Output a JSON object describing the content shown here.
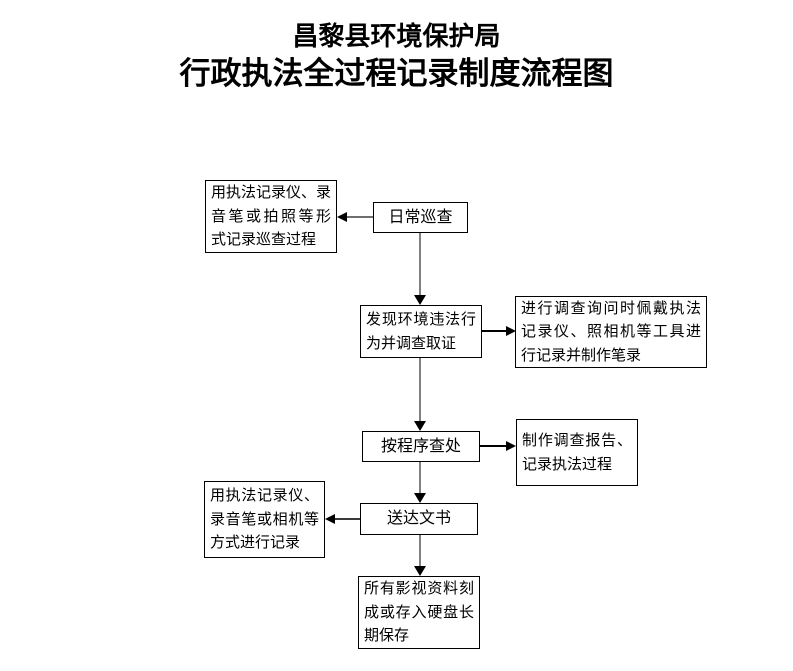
{
  "title": {
    "line1": "昌黎县环境保护局",
    "line2": "行政执法全过程记录制度流程图"
  },
  "flowchart": {
    "nodes": {
      "record_patrol": "用执法记录仪、录\n音笔或拍照等形\n式记录巡查过程",
      "daily_patrol": "日常巡查",
      "discover_violation": "发现环境违法行\n为并调查取证",
      "investigation_record": "进行调查询问时佩戴执法\n记录仪、照相机等工具进\n行记录并制作笔录",
      "procedure_handle": "按程序查处",
      "report_record": "制作调查报告、\n记录执法过程",
      "deliver_document": "送达文书",
      "delivery_record": "用执法记录仪、\n录音笔或相机等\n方式进行记录",
      "archive_storage": "所有影视资料刻\n成或存入硬盘长\n期保存"
    },
    "edges": [
      {
        "from": "daily_patrol",
        "to": "record_patrol",
        "direction": "left"
      },
      {
        "from": "daily_patrol",
        "to": "discover_violation",
        "direction": "down"
      },
      {
        "from": "discover_violation",
        "to": "investigation_record",
        "direction": "right"
      },
      {
        "from": "discover_violation",
        "to": "procedure_handle",
        "direction": "down"
      },
      {
        "from": "procedure_handle",
        "to": "report_record",
        "direction": "right"
      },
      {
        "from": "procedure_handle",
        "to": "deliver_document",
        "direction": "down"
      },
      {
        "from": "deliver_document",
        "to": "delivery_record",
        "direction": "left"
      },
      {
        "from": "deliver_document",
        "to": "archive_storage",
        "direction": "down"
      }
    ],
    "colors": {
      "background": "#ffffff",
      "box_border": "#000000",
      "text": "#000000",
      "connector_line": "#808080",
      "arrowhead": "#000000"
    }
  }
}
